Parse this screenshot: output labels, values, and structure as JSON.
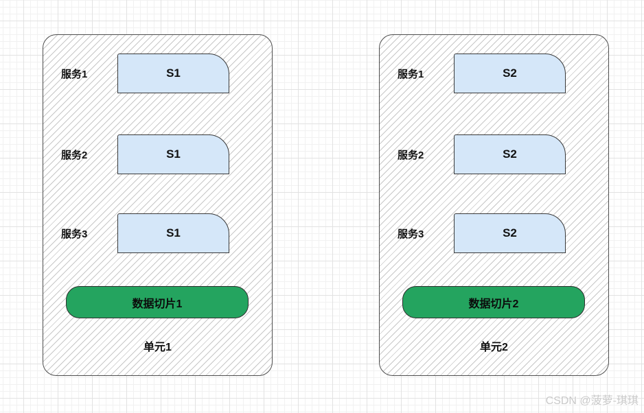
{
  "watermark": "CSDN @菠萝-琪琪",
  "colors": {
    "service_box_fill": "#d5e7f9",
    "service_box_border": "#383838",
    "slice_fill": "#24a45f",
    "slice_border": "#2e2e2e",
    "unit_border": "#4d4d4d",
    "grid_major": "#e2e2e2",
    "grid_minor": "#f1f1f1",
    "watermark_color": "#c9c9c9"
  },
  "units": [
    {
      "name": "单元1",
      "slice": "数据切片1",
      "services": [
        {
          "label": "服务1",
          "box": "S1"
        },
        {
          "label": "服务2",
          "box": "S1"
        },
        {
          "label": "服务3",
          "box": "S1"
        }
      ]
    },
    {
      "name": "单元2",
      "slice": "数据切片2",
      "services": [
        {
          "label": "服务1",
          "box": "S2"
        },
        {
          "label": "服务2",
          "box": "S2"
        },
        {
          "label": "服务3",
          "box": "S2"
        }
      ]
    }
  ]
}
